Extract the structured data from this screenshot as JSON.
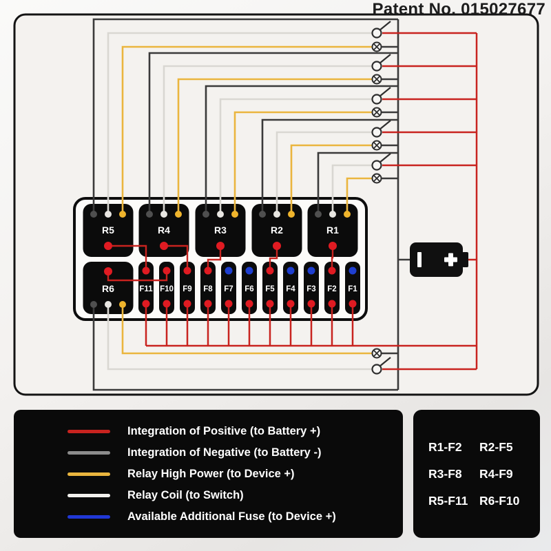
{
  "patent": {
    "label": "Patent No. 015027677"
  },
  "colors": {
    "positive": "#c8231f",
    "negative": "#3a3a3a",
    "high_power": "#eab53e",
    "coil": "#d9d7d2",
    "legend_negative": "#8c8c8c",
    "legend_coil": "#f2f1ee",
    "additional": "#2038d6",
    "dot_red": "#e01b22",
    "dot_blue": "#1f3fd0",
    "dot_dark": "#4f4f4f",
    "dot_white": "#e8e6e2",
    "dot_yellow": "#efb42c",
    "frame_fill": "#f4f2ef",
    "block_fill": "#0b0b0b"
  },
  "relay_box": {
    "relays_top": [
      "R5",
      "R4",
      "R3",
      "R2",
      "R1"
    ],
    "relay_bottom": "R6",
    "fuses": [
      {
        "label": "F11",
        "top_dot": "red"
      },
      {
        "label": "F10",
        "top_dot": "red"
      },
      {
        "label": "F9",
        "top_dot": "red"
      },
      {
        "label": "F8",
        "top_dot": "red"
      },
      {
        "label": "F7",
        "top_dot": "blue"
      },
      {
        "label": "F6",
        "top_dot": "blue"
      },
      {
        "label": "F5",
        "top_dot": "red"
      },
      {
        "label": "F4",
        "top_dot": "blue"
      },
      {
        "label": "F3",
        "top_dot": "blue"
      },
      {
        "label": "F2",
        "top_dot": "red"
      },
      {
        "label": "F1",
        "top_dot": "blue"
      }
    ]
  },
  "battery": {
    "minus_label": "-",
    "plus_label": "+"
  },
  "legend": {
    "items": [
      {
        "label": "Integration of Positive (to Battery +)",
        "color_key": "positive"
      },
      {
        "label": "Integration of Negative (to Battery -)",
        "color_key": "legend_negative"
      },
      {
        "label": "Relay High Power (to Device +)",
        "color_key": "high_power"
      },
      {
        "label": "Relay Coil (to Switch)",
        "color_key": "legend_coil"
      },
      {
        "label": "Available Additional Fuse (to Device +)",
        "color_key": "additional"
      }
    ]
  },
  "pairing_panel": {
    "rows": [
      [
        "R1-F2",
        "R2-F5"
      ],
      [
        "R3-F8",
        "R4-F9"
      ],
      [
        "R5-F11",
        "R6-F10"
      ]
    ]
  }
}
